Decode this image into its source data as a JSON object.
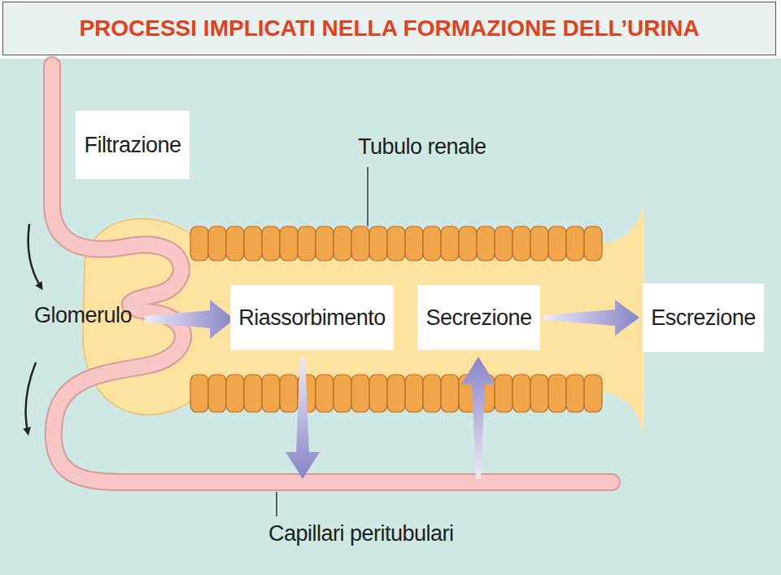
{
  "diagram": {
    "title": "PROCESSI IMPLICATI NELLA FORMAZIONE DELL’URINA",
    "nodes": [
      {
        "text": [
          "Filtrazione"
        ]
      },
      {
        "text": [
          "Riassorbimento"
        ]
      },
      {
        "text": [
          "Secrezione"
        ]
      },
      {
        "text": [
          "Escrezione"
        ]
      }
    ],
    "edges": [
      {
        "from": 2,
        "to": 3,
        "arrow": "to"
      }
    ],
    "labels": [
      "Tubulo renale",
      "Glomerulo",
      "Capillari peritubulari"
    ]
  }
}
